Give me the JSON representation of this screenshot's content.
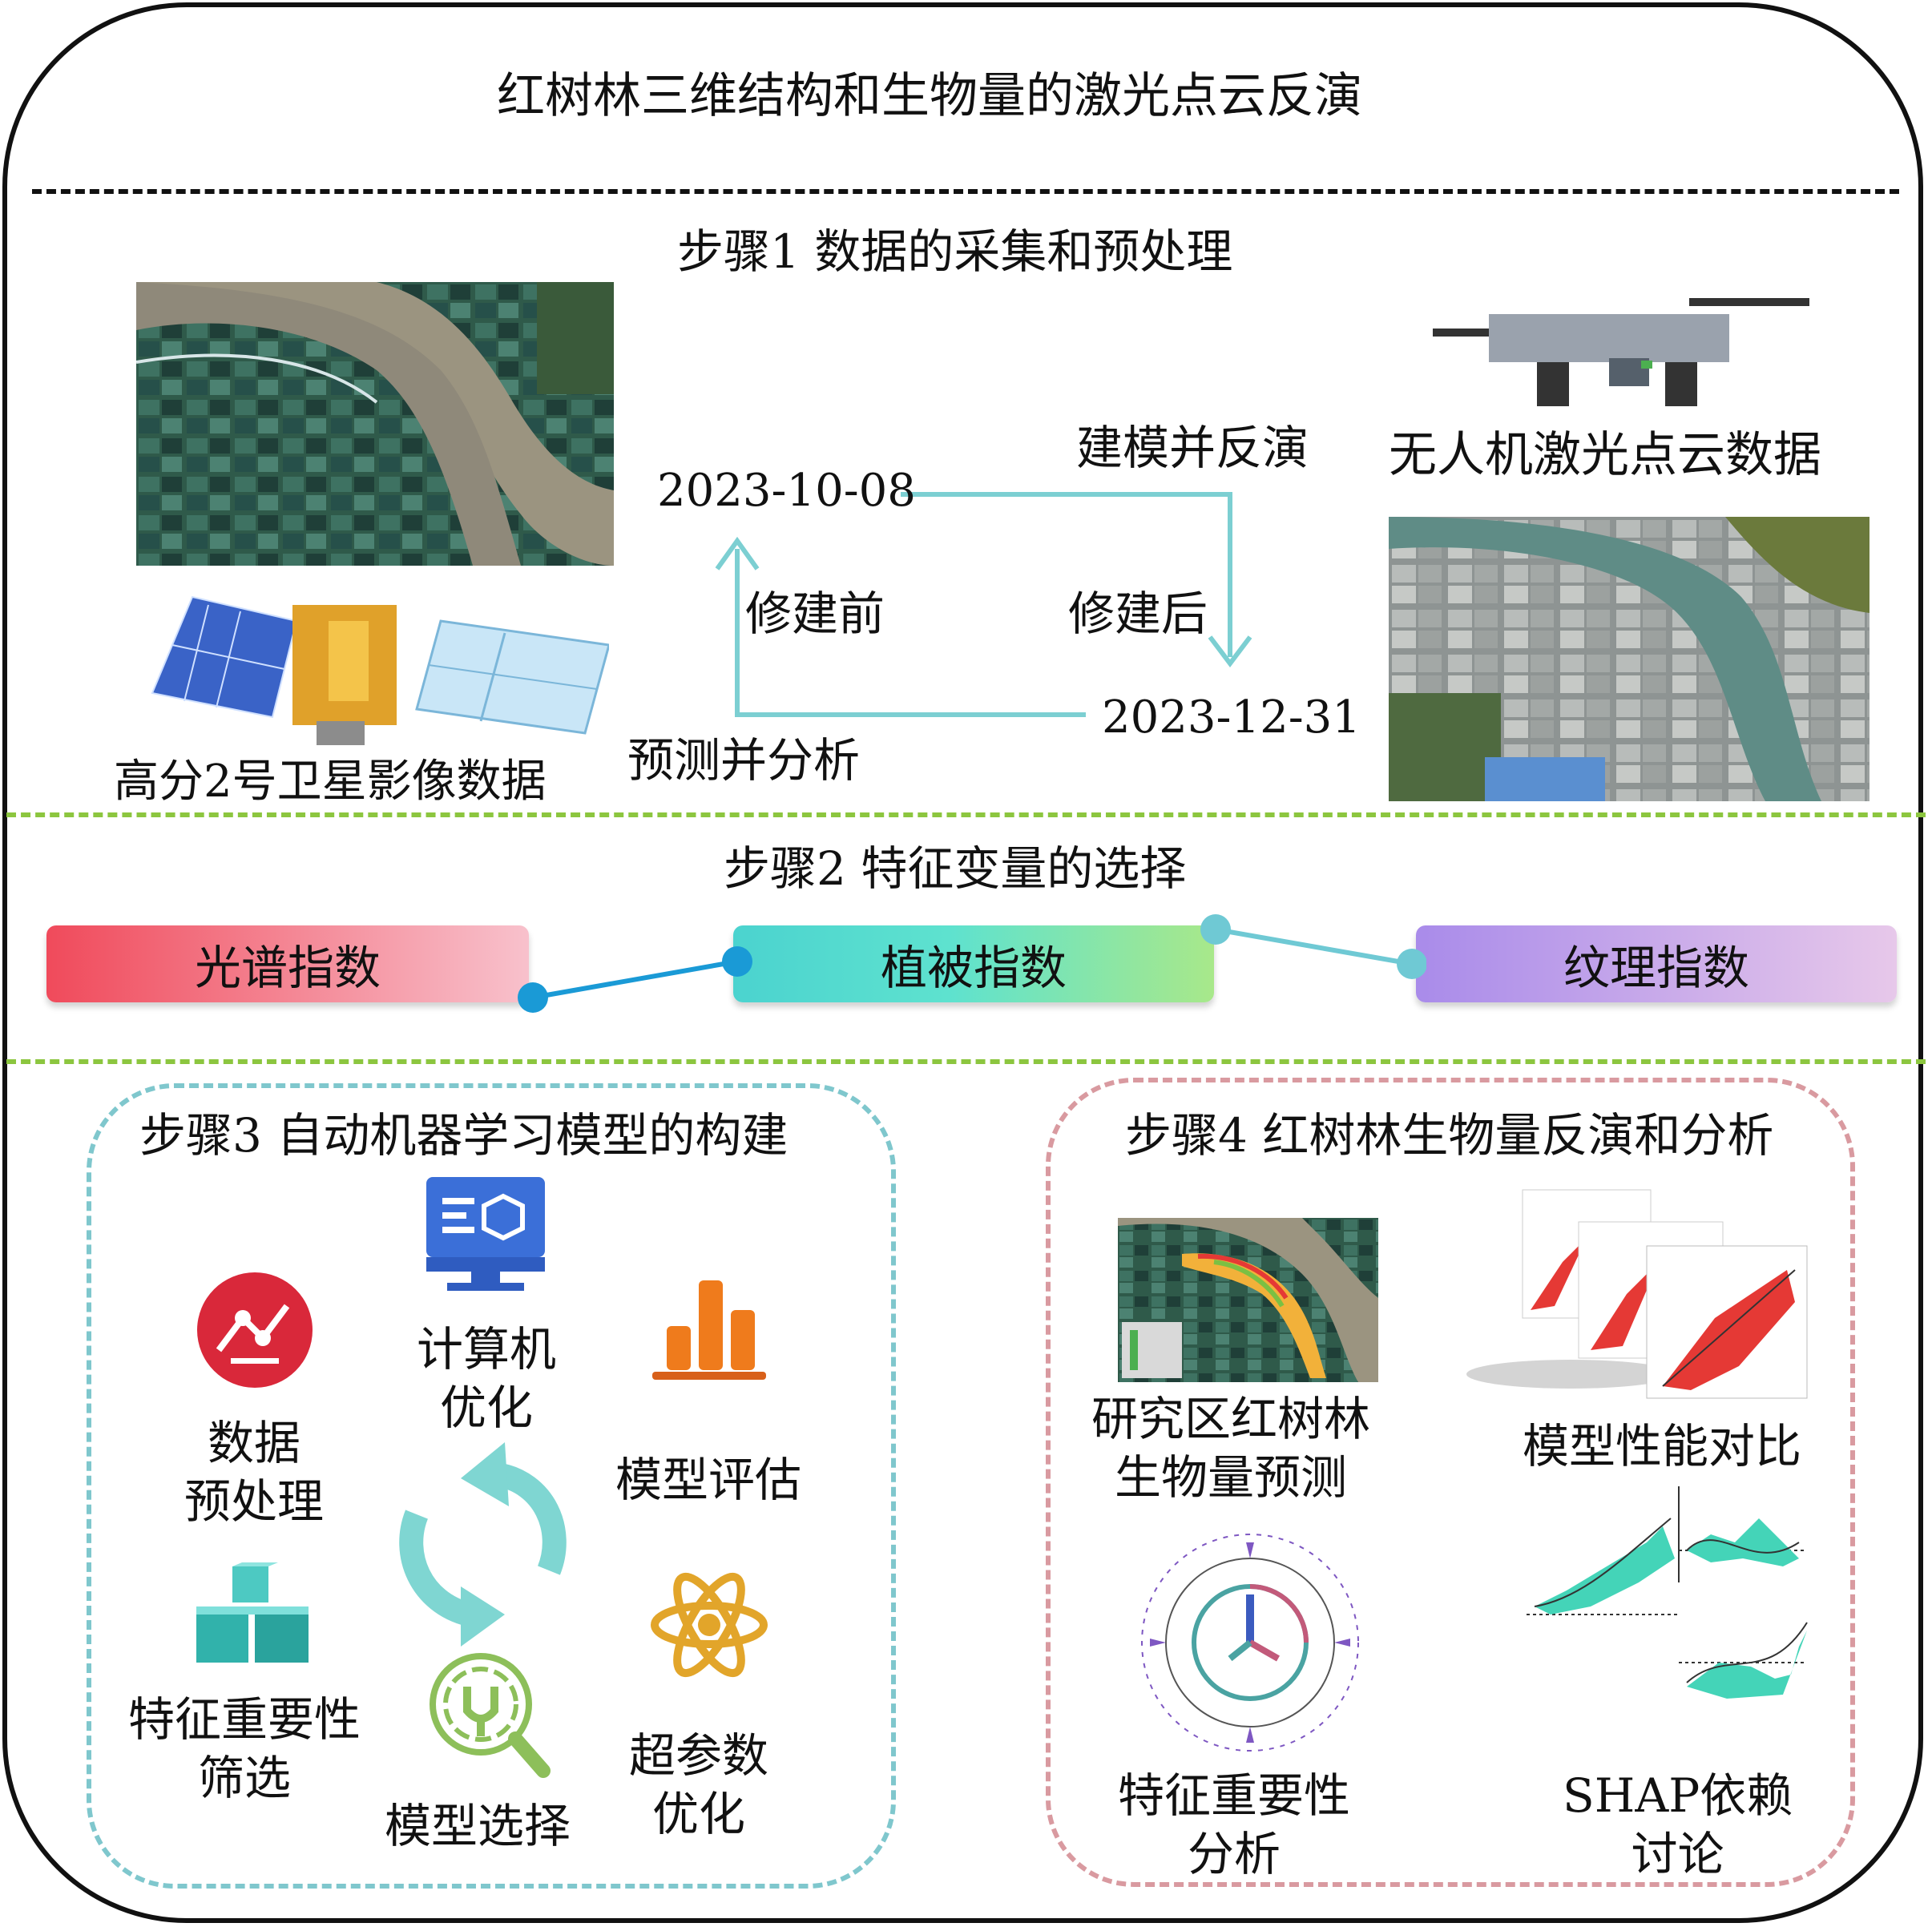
{
  "title": "红树林三维结构和生物量的激光点云反演",
  "step1": {
    "heading": "步骤1 数据的采集和预处理",
    "satellite_label": "高分2号卫星影像数据",
    "drone_label": "无人机激光点云数据",
    "date_before": "2023-10-08",
    "date_after": "2023-12-31",
    "arrow_model": "建模并反演",
    "arrow_predict": "预测并分析",
    "before_label": "修建前",
    "after_label": "修建后"
  },
  "step2": {
    "heading": "步骤2 特征变量的选择",
    "pills": [
      "光谱指数",
      "植被指数",
      "纹理指数"
    ]
  },
  "step3": {
    "heading": "步骤3 自动机器学习模型的构建",
    "preprocess": "数据\n预处理",
    "compute": "计算机\n优化",
    "evaluate": "模型评估",
    "feature": "特征重要性\n筛选",
    "select": "模型选择",
    "hyper": "超参数\n优化"
  },
  "step4": {
    "heading": "步骤4 红树林生物量反演和分析",
    "map_label": "研究区红树林\n生物量预测",
    "compare_label": "模型性能对比",
    "importance_label": "特征重要性\n分析",
    "shap_label": "SHAP依赖\n讨论"
  },
  "colors": {
    "teal_arrow": "#7ccfd2",
    "green_divider": "#8cc63f",
    "step3_border": "#7fc7cd",
    "step4_border": "#d99aa0",
    "accent_blue": "#1a9ad6"
  }
}
